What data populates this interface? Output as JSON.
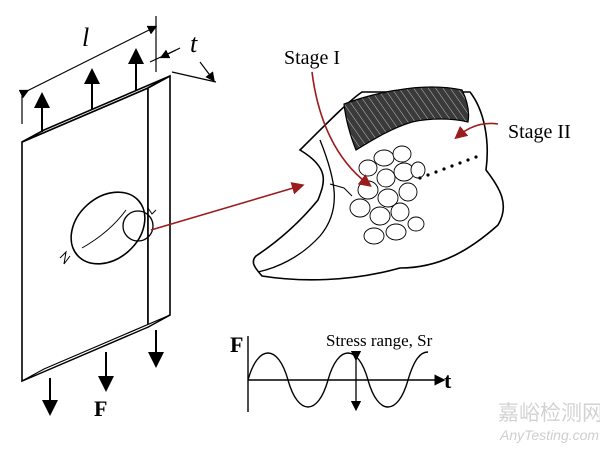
{
  "labels": {
    "length": "l",
    "thickness": "t",
    "force_bottom": "F",
    "stage1": "Stage I",
    "stage2": "Stage II",
    "force_axis": "F",
    "time_axis": "t",
    "stress_range": "Stress range, Sr"
  },
  "watermark": {
    "cn": "嘉峪检测网",
    "en": "AnyTesting.com"
  },
  "colors": {
    "ink": "#000000",
    "leader": "#9b1c1c",
    "watermark": "#d8d8d8",
    "crack_band": "#333333"
  }
}
